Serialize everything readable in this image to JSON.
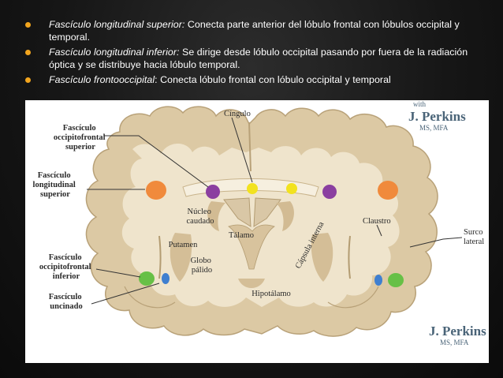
{
  "bullets": [
    {
      "term": "Fascículo longitudinal superior:",
      "text": " Conecta parte anterior del lóbulo frontal con lóbulos occipital y temporal."
    },
    {
      "term": "Fascículo longitudinal inferior:",
      "text": " Se dirige desde lóbulo occipital pasando por fuera de la radiación óptica y se distribuye hacia lóbulo temporal."
    },
    {
      "term": "Fascículo frontooccipital",
      "text": ": Conecta lóbulo frontal con lóbulo occipital y temporal"
    }
  ],
  "colors": {
    "bullet": "#f2a51e",
    "orange": "#f08a3c",
    "purple": "#8b3fa0",
    "yellow": "#f2e21f",
    "green": "#67c046",
    "blue": "#3f7fd0",
    "tissue": "#efe4cc",
    "gray_matter": "#dcc9a4"
  },
  "labels": {
    "occipitofrontal_superior": [
      "Fascículo",
      "occipitofrontal",
      "superior"
    ],
    "longitudinal_superior": [
      "Fascículo",
      "longitudinal",
      "superior"
    ],
    "occipitofrontal_inferior": [
      "Fascículo",
      "occipitofrontal",
      "inferior"
    ],
    "uncinado": [
      "Fascículo",
      "uncinado"
    ],
    "cingulo": "Cíngulo",
    "nucleo_caudado": [
      "Núcleo",
      "caudado"
    ],
    "talamo": "Tálamo",
    "putamen": "Putamen",
    "globo_palido": [
      "Globo",
      "pálido"
    ],
    "capsula_interna": "Cápsula interna",
    "claustro": "Claustro",
    "surco_lateral": [
      "Surco",
      "lateral"
    ],
    "hipotalamo": "Hipotálamo"
  },
  "signature": {
    "with": "with",
    "name": "J. Perkins",
    "credentials": "MS, MFA"
  }
}
